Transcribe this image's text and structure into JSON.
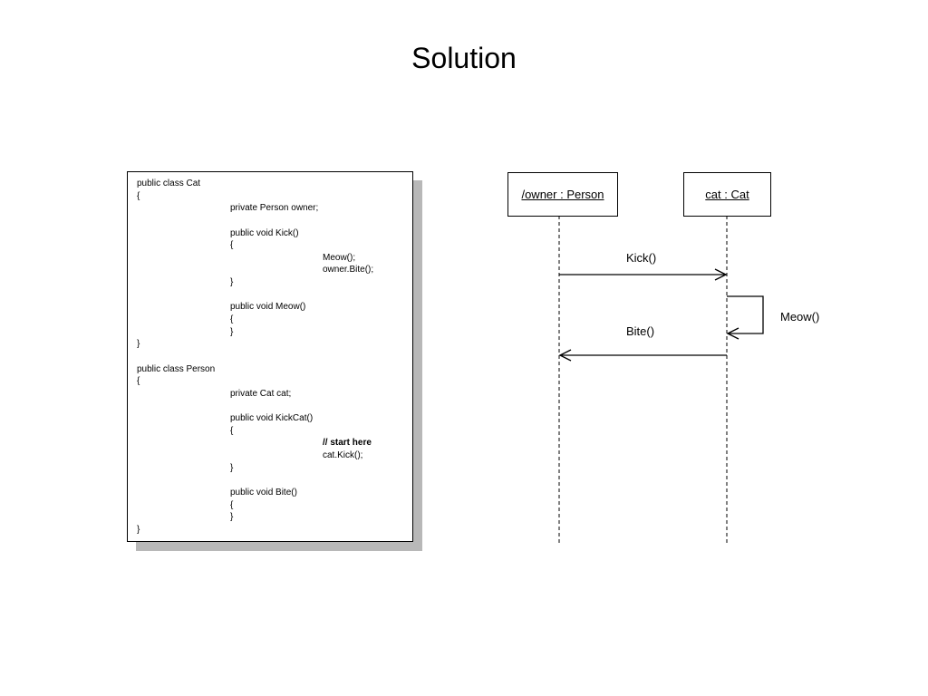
{
  "title": "Solution",
  "code": {
    "lines": [
      {
        "indent": 0,
        "text": "public class Cat",
        "bold": false
      },
      {
        "indent": 0,
        "text": "{",
        "bold": false
      },
      {
        "indent": 1,
        "text": "private Person owner;",
        "bold": false
      },
      {
        "indent": 0,
        "text": "",
        "bold": false
      },
      {
        "indent": 1,
        "text": "public void Kick()",
        "bold": false
      },
      {
        "indent": 1,
        "text": "{",
        "bold": false
      },
      {
        "indent": 2,
        "text": "Meow();",
        "bold": false
      },
      {
        "indent": 2,
        "text": "owner.Bite();",
        "bold": false
      },
      {
        "indent": 1,
        "text": "}",
        "bold": false
      },
      {
        "indent": 0,
        "text": "",
        "bold": false
      },
      {
        "indent": 1,
        "text": "public void Meow()",
        "bold": false
      },
      {
        "indent": 1,
        "text": "{",
        "bold": false
      },
      {
        "indent": 1,
        "text": "}",
        "bold": false
      },
      {
        "indent": 0,
        "text": "}",
        "bold": false
      },
      {
        "indent": 0,
        "text": "",
        "bold": false
      },
      {
        "indent": 0,
        "text": "public class Person",
        "bold": false
      },
      {
        "indent": 0,
        "text": "{",
        "bold": false
      },
      {
        "indent": 1,
        "text": "private Cat cat;",
        "bold": false
      },
      {
        "indent": 0,
        "text": "",
        "bold": false
      },
      {
        "indent": 1,
        "text": "public void KickCat()",
        "bold": false
      },
      {
        "indent": 1,
        "text": "{",
        "bold": false
      },
      {
        "indent": 2,
        "text": "// start here",
        "bold": true
      },
      {
        "indent": 2,
        "text": "cat.Kick();",
        "bold": false
      },
      {
        "indent": 1,
        "text": "}",
        "bold": false
      },
      {
        "indent": 0,
        "text": "",
        "bold": false
      },
      {
        "indent": 1,
        "text": "public void Bite()",
        "bold": false
      },
      {
        "indent": 1,
        "text": "{",
        "bold": false
      },
      {
        "indent": 1,
        "text": "}",
        "bold": false
      },
      {
        "indent": 0,
        "text": "}",
        "bold": false
      }
    ]
  },
  "sequence": {
    "lifelines": [
      {
        "label": "/owner : Person"
      },
      {
        "label": "cat : Cat"
      }
    ],
    "messages": [
      {
        "label": "Kick()",
        "from": 0,
        "to": 1
      },
      {
        "label": "Meow()",
        "from": 1,
        "to": 1
      },
      {
        "label": "Bite()",
        "from": 1,
        "to": 0
      }
    ]
  }
}
